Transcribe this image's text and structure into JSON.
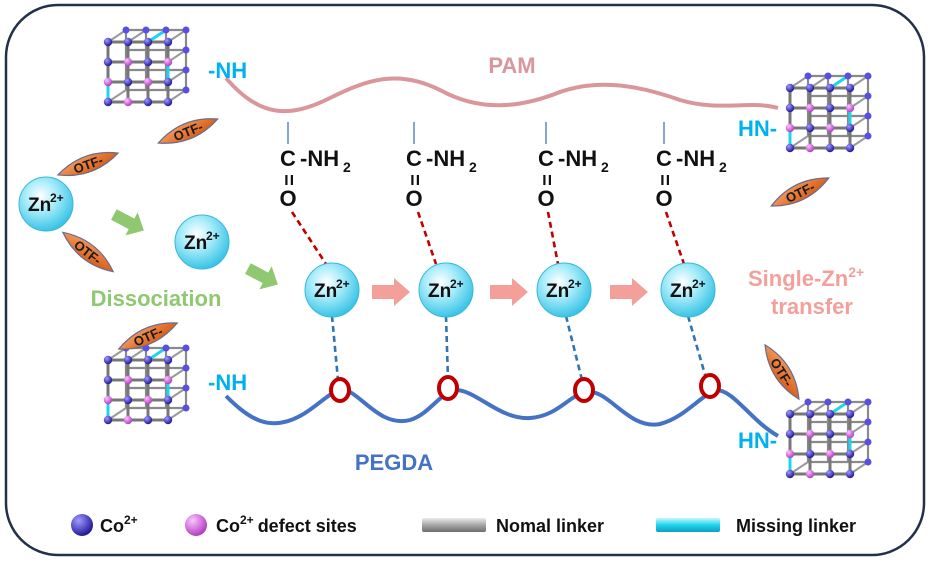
{
  "labels": {
    "pam": "PAM",
    "pegda": "PEGDA",
    "nh": "-NH",
    "hn": "HN-",
    "otf": "OTF-",
    "dissociation": "Dissociation",
    "transfer_line1": "Single-Zn",
    "transfer_sup": "2+",
    "transfer_line2": "transfer",
    "zn": "Zn",
    "zn_charge": "2+",
    "c_nh2_c": "C",
    "c_nh2_nh": "-NH",
    "c_nh2_sub": "2",
    "equals": "=",
    "oxygen": "O"
  },
  "legend": {
    "co": "Co",
    "co_sup": "2+",
    "defect": "defect sites",
    "normal_linker": "Nomal linker",
    "missing_linker": "Missing linker"
  },
  "colors": {
    "pam_chain": "#d9969b",
    "pegda_chain": "#4472c4",
    "dissociation": "#8fc870",
    "transfer": "#f4a09a",
    "nh": "#00b0f0",
    "otf_fill": "#ed7d31",
    "co_node": "#4b3dd6",
    "defect_node": "#d46adf",
    "oxygen": "#c00000",
    "zn_sphere": "#7ee0f5"
  }
}
